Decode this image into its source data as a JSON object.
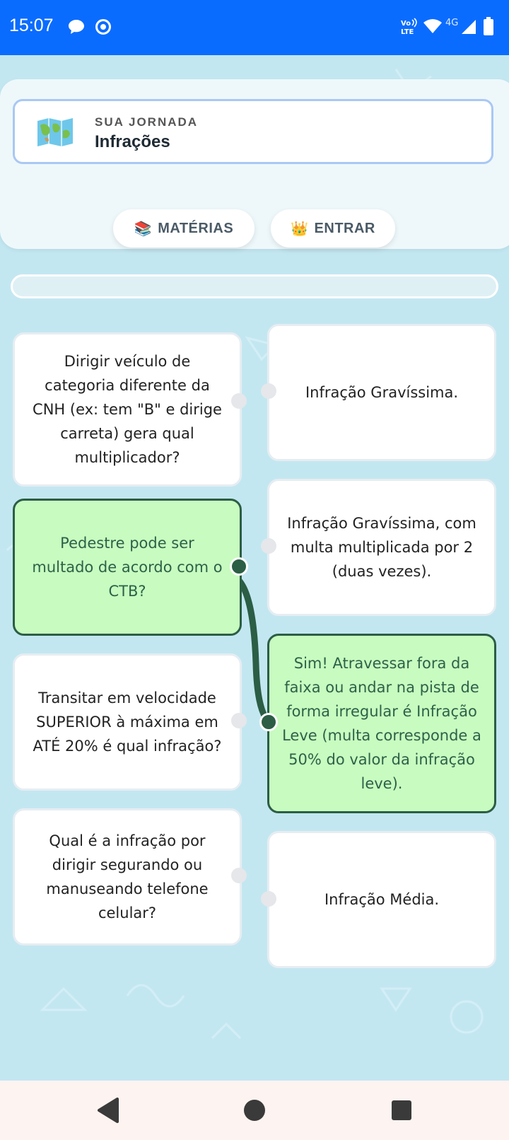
{
  "status_bar": {
    "time": "15:07",
    "network_label": "4G",
    "lte_label": "LTE",
    "icons": [
      "chat-bubble-icon",
      "chrome-icon",
      "volte-icon",
      "wifi-icon",
      "signal-icon",
      "battery-icon"
    ]
  },
  "header": {
    "kicker": "SUA JORNADA",
    "title": "Infrações",
    "map_icon": "world-map-icon"
  },
  "buttons": {
    "materias_emoji": "📚",
    "materias_label": "MATÉRIAS",
    "entrar_emoji": "👑",
    "entrar_label": "ENTRAR"
  },
  "progress": {
    "value": 0
  },
  "questions": [
    "Dirigir veículo de categoria diferente da CNH (ex: tem \"B\" e dirige carreta) gera qual multiplicador?",
    "Pedestre pode ser multado de acordo com o CTB?",
    "Transitar em velocidade SUPERIOR à máxima em ATÉ 20% é qual infração?",
    "Qual é a infração por dirigir segurando ou manuseando telefone celular?"
  ],
  "answers": [
    "Infração Gravíssima.",
    "Infração Gravíssima, com multa multiplicada por 2 (duas vezes).",
    "Sim! Atravessar fora da faixa ou andar na pista de forma irregular é Infração Leve (multa corresponde a 50% do valor da infração leve).",
    "Infração Média."
  ],
  "colors": {
    "status_bar": "#0a6cff",
    "background": "#c3e7f1",
    "selected_fill": "#c8fbc0",
    "selected_border": "#2b5e45"
  },
  "nav": {
    "icons": [
      "back-icon",
      "home-icon",
      "recents-icon"
    ]
  }
}
